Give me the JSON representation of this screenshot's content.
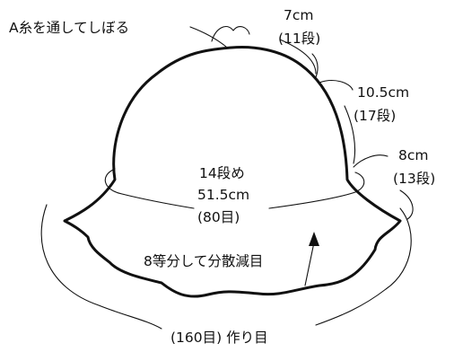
{
  "labels": {
    "gather_note": "A糸を通してしぼる",
    "top_section_length": "7cm",
    "top_section_rows": "(11段)",
    "middle_section_length": "10.5cm",
    "middle_section_rows": "(17段)",
    "lower_section_length": "8cm",
    "lower_section_rows": "(13段)",
    "row_marker": "14段め",
    "circumference": "51.5cm",
    "circumference_stitches": "(80目)",
    "decrease_note": "8等分して分散減目",
    "cast_on_note": "(160目) 作り目"
  }
}
